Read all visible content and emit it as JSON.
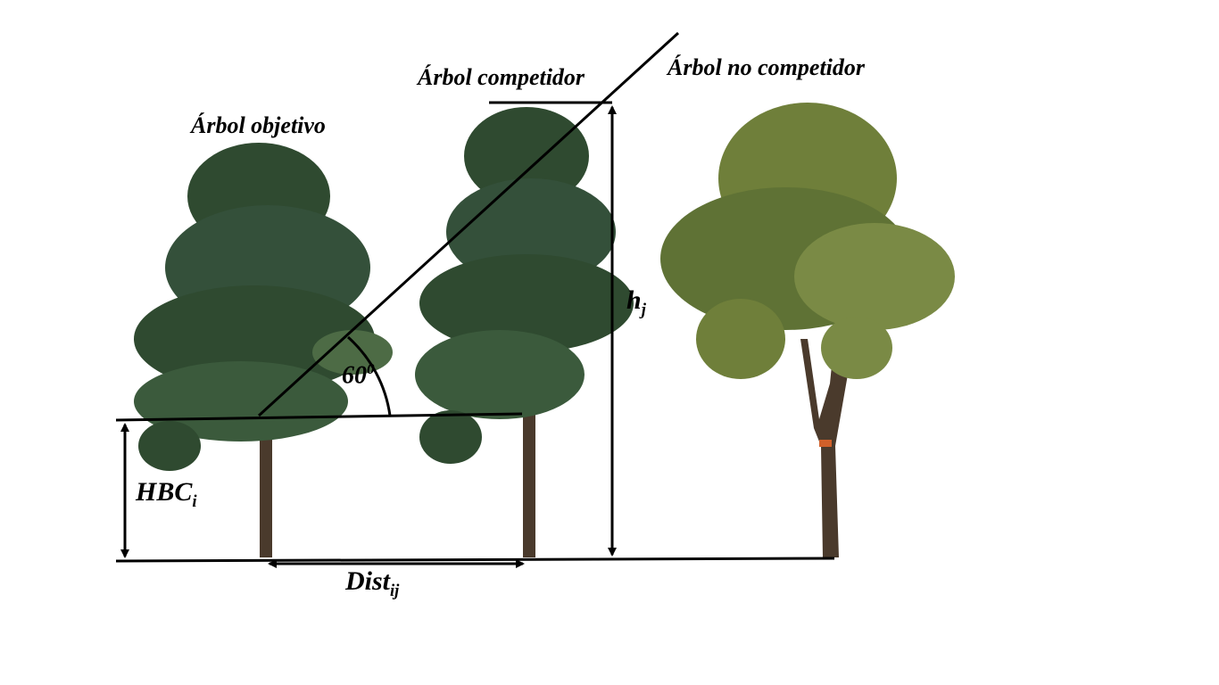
{
  "labels": {
    "target_tree": "Árbol objetivo",
    "competitor_tree": "Árbol competidor",
    "non_competitor_tree": "Árbol no competidor",
    "height": "h",
    "height_sub": "j",
    "angle": "60",
    "angle_sup": "0",
    "hbc": "HBC",
    "hbc_sub": "i",
    "dist": "Dist",
    "dist_sub": "ij"
  },
  "colors": {
    "pine": "#2f4a30",
    "pine_light": "#4d6b45",
    "broadleaf": "#6f7f3a",
    "trunk": "#4a3a2c",
    "line": "#000000"
  }
}
